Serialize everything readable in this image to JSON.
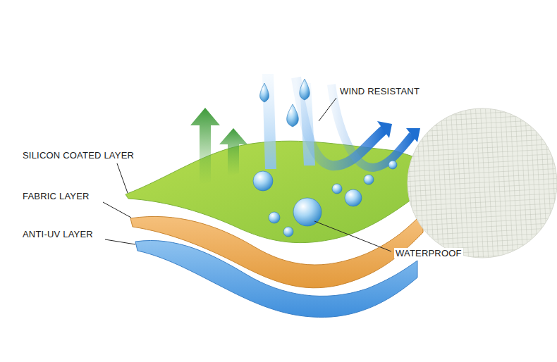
{
  "diagram": {
    "labels": [
      "WIND RESISTANT",
      "SILICON COATED LAYER",
      "FABRIC LAYER",
      "ANTI-UV LAYER",
      "WATERPROOF"
    ]
  }
}
